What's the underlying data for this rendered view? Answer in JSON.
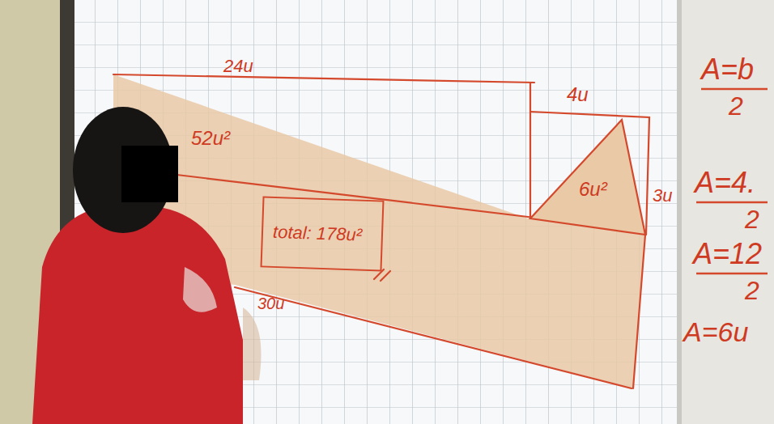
{
  "diagram": {
    "nodes": [
      {
        "text": [
          "52u²"
        ]
      },
      {
        "text": [
          "total: 178u²"
        ]
      },
      {
        "text": [
          "6u²"
        ]
      }
    ],
    "labels": [
      "24u",
      "4u",
      "3u",
      "30u",
      "A=b",
      "2",
      "A=4.",
      "2",
      "A=12",
      "2",
      "A=6u"
    ]
  }
}
